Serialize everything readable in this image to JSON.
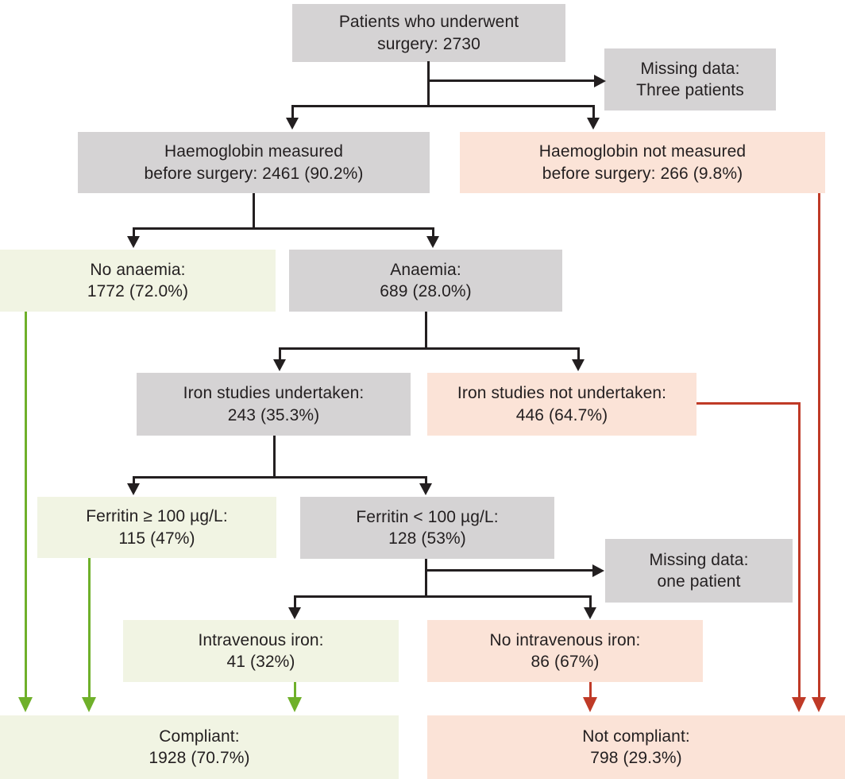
{
  "diagram": {
    "type": "patient-flowchart",
    "colors": {
      "neutral_box": "#d5d3d4",
      "positive_box": "#f1f4e3",
      "negative_box": "#fbe3d7",
      "connector": "#231f20",
      "compliant_line": "#6fb02a",
      "not_compliant_line": "#bf3a27",
      "text": "#231f20"
    },
    "nodes": {
      "surgery": {
        "line1": "Patients who underwent",
        "line2": "surgery: 2730"
      },
      "missing1": {
        "line1": "Missing data:",
        "line2": "Three patients"
      },
      "hb_measured": {
        "line1": "Haemoglobin measured",
        "line2": "before surgery: 2461 (90.2%)"
      },
      "hb_not_measured": {
        "line1": "Haemoglobin not measured",
        "line2": "before surgery: 266 (9.8%)"
      },
      "no_anaemia": {
        "line1": "No anaemia:",
        "line2": "1772 (72.0%)"
      },
      "anaemia": {
        "line1": "Anaemia:",
        "line2": "689 (28.0%)"
      },
      "iron_yes": {
        "line1": "Iron studies undertaken:",
        "line2": "243 (35.3%)"
      },
      "iron_no": {
        "line1": "Iron studies not undertaken:",
        "line2": "446 (64.7%)"
      },
      "ferritin_high": {
        "line1": "Ferritin ≥ 100 µg/L:",
        "line2": "115 (47%)"
      },
      "ferritin_low": {
        "line1": "Ferritin < 100 µg/L:",
        "line2": "128 (53%)"
      },
      "missing2": {
        "line1": "Missing data:",
        "line2": "one patient"
      },
      "iv_iron": {
        "line1": "Intravenous iron:",
        "line2": "41 (32%)"
      },
      "no_iv_iron": {
        "line1": "No intravenous iron:",
        "line2": "86 (67%)"
      },
      "compliant": {
        "line1": "Compliant:",
        "line2": "1928 (70.7%)"
      },
      "not_compliant": {
        "line1": "Not compliant:",
        "line2": "798 (29.3%)"
      }
    }
  }
}
